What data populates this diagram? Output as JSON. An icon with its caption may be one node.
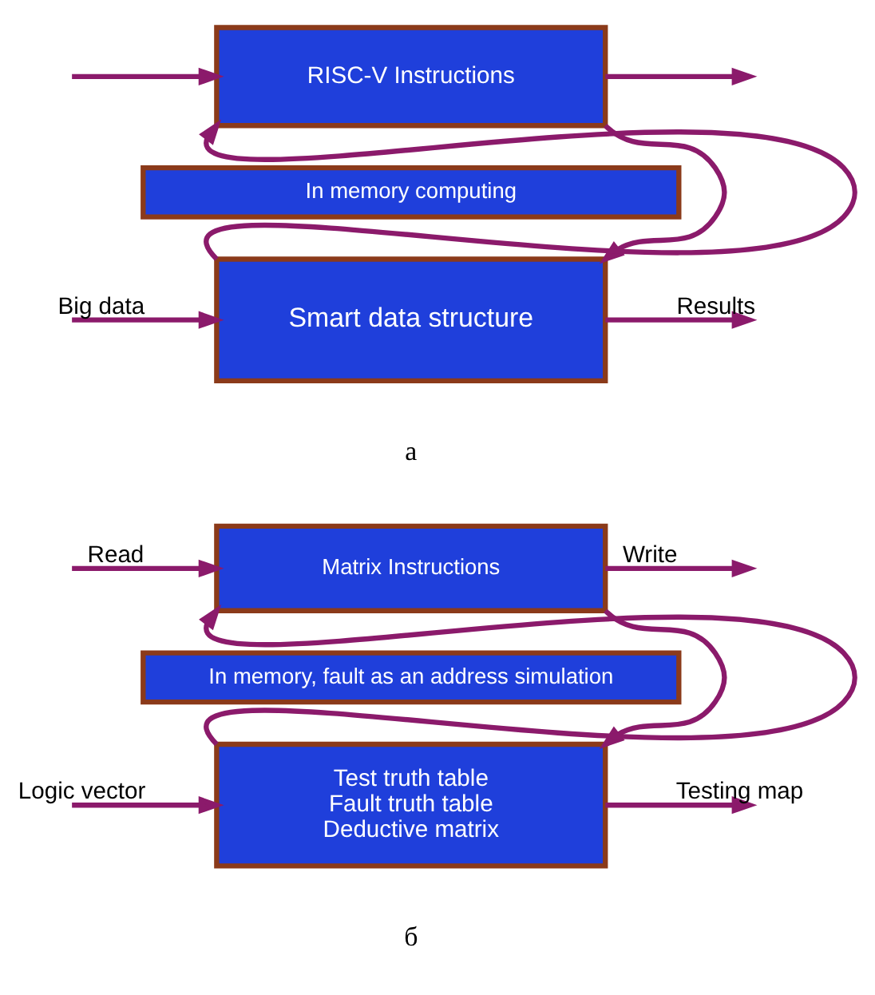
{
  "diagram": {
    "nodes": [
      {
        "text": [
          "RISC-V Instructions"
        ]
      },
      {
        "text": [
          "In memory computing"
        ]
      },
      {
        "text": [
          "Smart data structure"
        ]
      },
      {
        "text": [
          "Matrix Instructions"
        ]
      },
      {
        "text": [
          "In memory, fault as an address simulation"
        ]
      },
      {
        "text": [
          "Test truth table",
          "Fault truth table",
          "Deductive matrix"
        ]
      }
    ],
    "edges": [
      {
        "from": null,
        "to": 0,
        "arrow": "to"
      },
      {
        "from": 0,
        "to": null,
        "arrow": "to"
      },
      {
        "from": 2,
        "to": 0,
        "arrow": "to"
      },
      {
        "from": 0,
        "to": 2,
        "arrow": "to"
      },
      {
        "from": null,
        "to": 2,
        "arrow": "to",
        "label": "Big data"
      },
      {
        "from": 2,
        "to": null,
        "arrow": "to",
        "label": "Results"
      },
      {
        "from": null,
        "to": 3,
        "arrow": "to",
        "label": "Read"
      },
      {
        "from": 3,
        "to": null,
        "arrow": "to",
        "label": "Write"
      },
      {
        "from": 5,
        "to": 3,
        "arrow": "to"
      },
      {
        "from": 3,
        "to": 5,
        "arrow": "to"
      },
      {
        "from": null,
        "to": 5,
        "arrow": "to",
        "label": "Logic vector"
      },
      {
        "from": 5,
        "to": null,
        "arrow": "to",
        "label": "Testing map"
      }
    ],
    "labels": [
      "а",
      "б"
    ]
  }
}
